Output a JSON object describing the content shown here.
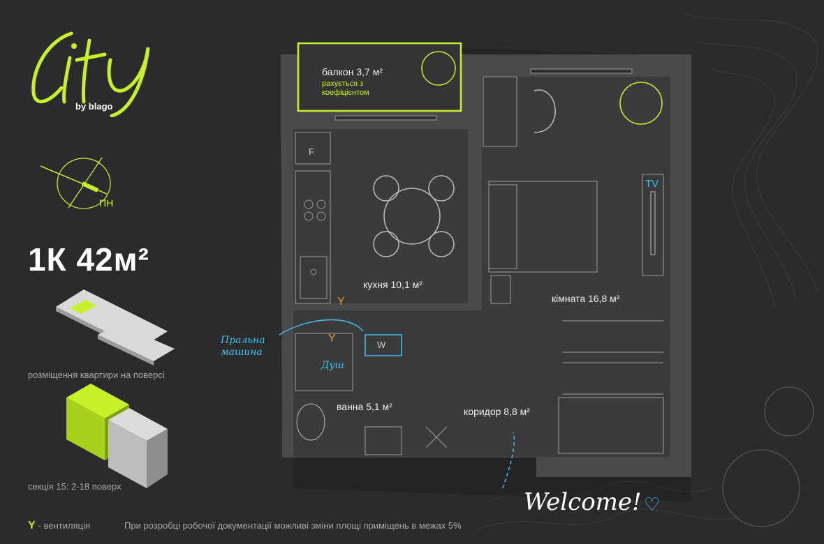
{
  "brand": {
    "logo_text": "City",
    "by_text": "by blago",
    "accent_color": "#c8f02a"
  },
  "compass": {
    "label": "ПН",
    "icon": "north-compass-icon"
  },
  "apartment": {
    "title": "1К 42м²"
  },
  "floor_placement": {
    "caption": "розміщення квартири на поверсі"
  },
  "section": {
    "caption": "секція 15: 2-18 поверх"
  },
  "rooms": {
    "balcony": {
      "label": "балкон 3,7 м²",
      "note_line1": "рахується з",
      "note_line2": "коефіцієнтом"
    },
    "kitchen": {
      "label": "кухня 10,1 м²",
      "fridge_label": "F"
    },
    "room": {
      "label": "кімната 16,8 м²",
      "tv_label": "TV"
    },
    "bath": {
      "label": "ванна 5,1 м²",
      "shower_label": "Душ",
      "washer_label": "W"
    },
    "corridor": {
      "label": "коридор 8,8 м²"
    }
  },
  "annotations": {
    "washer_line1": "Пральна",
    "washer_line2": "машина",
    "welcome": "Welcome!"
  },
  "legend": {
    "vent_symbol": "Y",
    "vent_label": "- вентиляція"
  },
  "disclaimer": "При розробці робочої документації можливі зміни площі приміщень в межах 5%"
}
